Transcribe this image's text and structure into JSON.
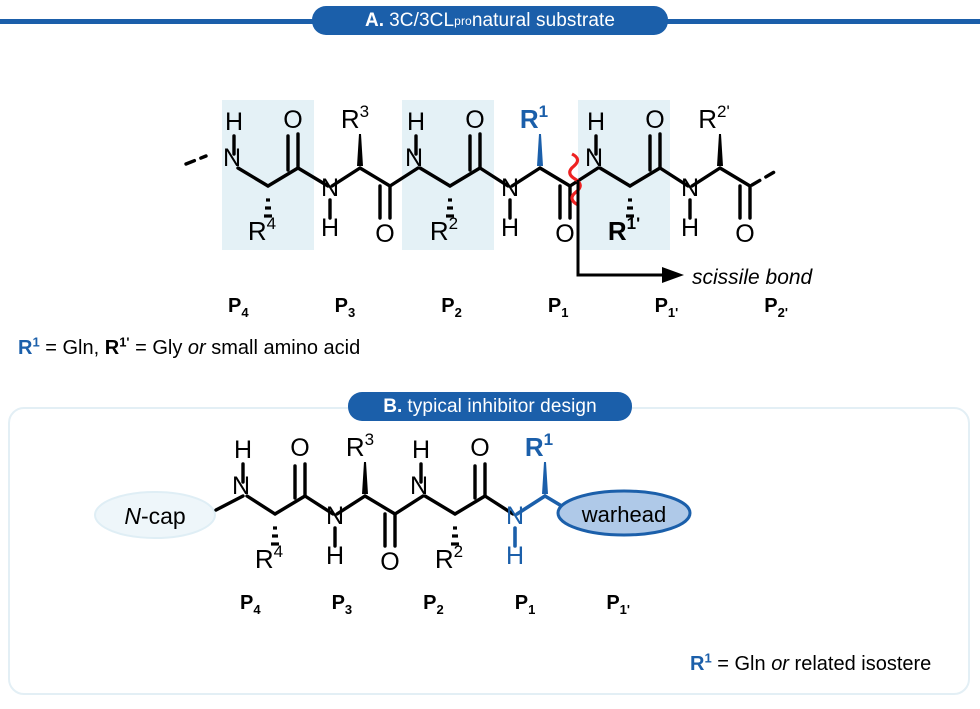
{
  "panelA": {
    "band_color": "#1b5faa",
    "title_prefix": "A.",
    "title_text": "3C/3CL",
    "title_sup": "pro",
    "title_suffix": " natural substrate",
    "pocket_fill": "#e4f1f6",
    "residues": [
      {
        "position": "P4",
        "sidechain": "R",
        "sidechain_sup": "4",
        "highlighted": false,
        "pocket": true
      },
      {
        "position": "P3",
        "sidechain": "R",
        "sidechain_sup": "3",
        "highlighted": false,
        "pocket": false
      },
      {
        "position": "P2",
        "sidechain": "R",
        "sidechain_sup": "2",
        "highlighted": false,
        "pocket": true
      },
      {
        "position": "P1",
        "sidechain": "R",
        "sidechain_sup": "1",
        "highlighted": true,
        "pocket": false
      },
      {
        "position": "P1'",
        "sidechain": "R",
        "sidechain_sup": "1'",
        "highlighted": false,
        "pocket": true
      },
      {
        "position": "P2'",
        "sidechain": "R",
        "sidechain_sup": "2'",
        "highlighted": false,
        "pocket": false
      }
    ],
    "position_labels": [
      "P4",
      "P3",
      "P2",
      "P1",
      "P1'",
      "P2'"
    ],
    "atom_labels": {
      "nitrogen": "N",
      "hydrogen": "H",
      "oxygen": "O"
    },
    "scissile_annotation": "scissile bond",
    "scissile_marker_color": "#ee2222",
    "legend": {
      "r1_symbol": "R",
      "r1_sup": "1",
      "r1_value": "Gln",
      "separator": ", ",
      "r1p_symbol": "R",
      "r1p_sup": "1'",
      "r1p_value_a": "Gly",
      "or_word": "or",
      "r1p_value_b": "small amino acid",
      "equals": "="
    }
  },
  "panelB": {
    "band_color": "#e3eff5",
    "title_prefix": "B.",
    "title_text": "typical inhibitor design",
    "ncap_label": "N-cap",
    "ncap_italic_prefix": "N",
    "ncap_rest": "-cap",
    "ncap_fill": "#eef6fa",
    "ncap_stroke": "#dfeef5",
    "warhead_label": "warhead",
    "warhead_fill": "#afc9e8",
    "warhead_stroke": "#1b5faa",
    "accent_color": "#1b5faa",
    "residues": [
      {
        "position": "P4",
        "sidechain": "R",
        "sidechain_sup": "4",
        "highlighted": false
      },
      {
        "position": "P3",
        "sidechain": "R",
        "sidechain_sup": "3",
        "highlighted": false
      },
      {
        "position": "P2",
        "sidechain": "R",
        "sidechain_sup": "2",
        "highlighted": false
      },
      {
        "position": "P1",
        "sidechain": "R",
        "sidechain_sup": "1",
        "highlighted": true
      }
    ],
    "position_labels": [
      "P4",
      "P3",
      "P2",
      "P1",
      "P1'"
    ],
    "atom_labels": {
      "nitrogen": "N",
      "hydrogen": "H",
      "oxygen": "O"
    },
    "footnote": {
      "r1_symbol": "R",
      "r1_sup": "1",
      "equals": "=",
      "value": "Gln",
      "or_word": "or",
      "tail": "related isostere"
    }
  }
}
